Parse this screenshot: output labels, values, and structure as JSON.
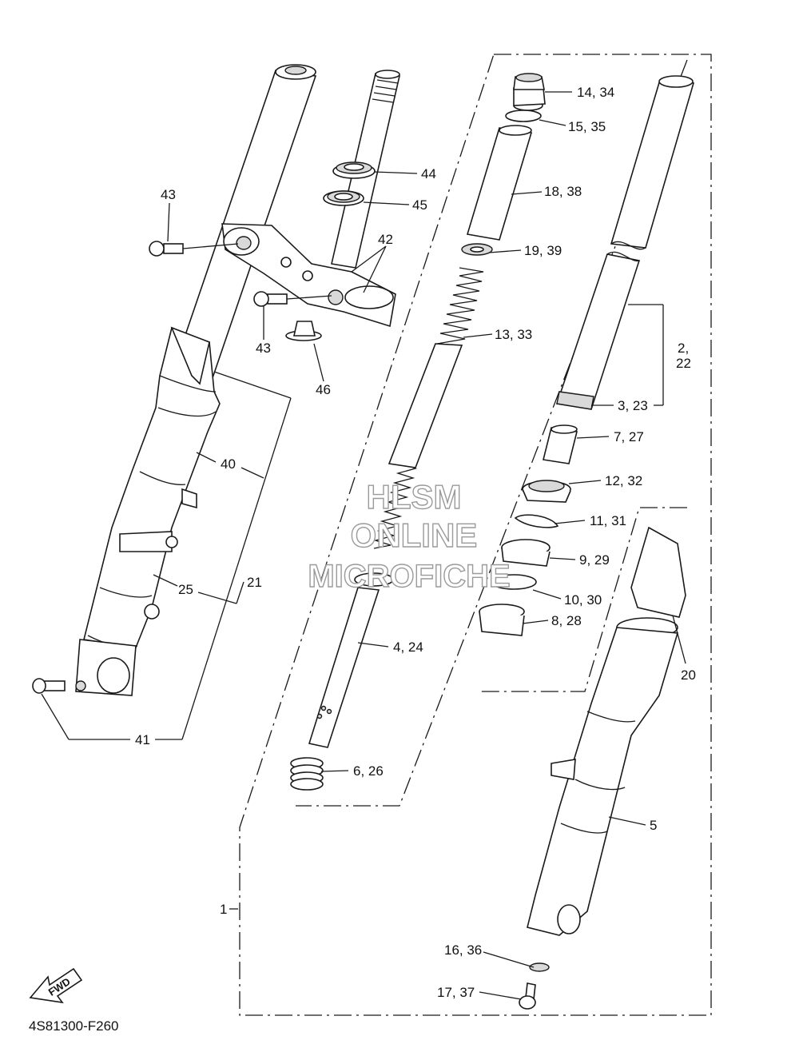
{
  "watermark": {
    "line1": "HLSM",
    "line2": "ONLINE",
    "line3": "MICROFICHE"
  },
  "diagram_code": "4S81300-F260",
  "fwd_label": "FWD",
  "callouts": {
    "c1": "1",
    "c2_22_a": "2,",
    "c2_22_b": "22",
    "c3_23": "3, 23",
    "c4_24": "4, 24",
    "c5": "5",
    "c6_26": "6, 26",
    "c7_27": "7, 27",
    "c8_28": "8, 28",
    "c9_29": "9, 29",
    "c10_30": "10, 30",
    "c11_31": "11, 31",
    "c12_32": "12, 32",
    "c13_33": "13, 33",
    "c14_34": "14, 34",
    "c15_35": "15, 35",
    "c16_36": "16, 36",
    "c17_37": "17, 37",
    "c18_38": "18, 38",
    "c19_39": "19, 39",
    "c20": "20",
    "c21": "21",
    "c25": "25",
    "c40": "40",
    "c41": "41",
    "c42": "42",
    "c43_top": "43",
    "c43_mid": "43",
    "c44": "44",
    "c45": "45",
    "c46": "46"
  }
}
